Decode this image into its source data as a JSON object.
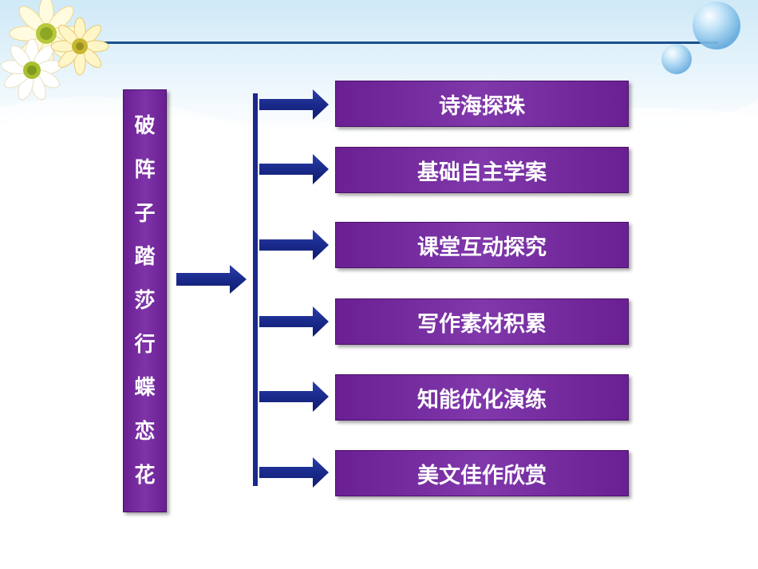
{
  "title": {
    "chars": [
      "破",
      "阵",
      "子",
      "踏",
      "莎",
      "行",
      "蝶",
      "恋",
      "花"
    ]
  },
  "menu": {
    "items": [
      {
        "label": "诗海探珠"
      },
      {
        "label": "基础自主学案"
      },
      {
        "label": "课堂互动探究"
      },
      {
        "label": "写作素材积累"
      },
      {
        "label": "知能优化演练"
      },
      {
        "label": "美文佳作欣赏"
      }
    ]
  },
  "colors": {
    "box_purple": "#7030a0",
    "arrow_navy": "#1a2a8c",
    "header_line": "#1a4f8f"
  },
  "icons": [
    "daisy-flower-icon",
    "blue-bubble-icon",
    "arrow-right-icon"
  ]
}
